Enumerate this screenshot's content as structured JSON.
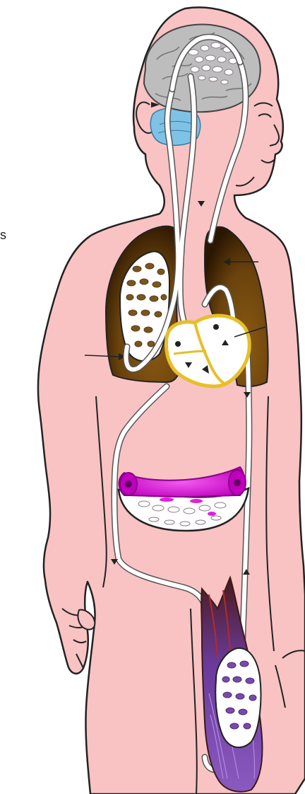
{
  "edge_text": "s",
  "colors": {
    "skin": "#f9c3c3",
    "outline": "#222222",
    "brain": "#bdbdbd",
    "cerebellum": "#7ec3e6",
    "lung_dark": "#3b2206",
    "lung_mid": "#7a4e10",
    "heart": "#e6bf2a",
    "intestine": "#e21ee0",
    "muscle": "#7a4aa8",
    "muscle_red": "#b42a2a",
    "vessel": "#ffffff",
    "capillary": "#8a7a8a"
  },
  "organs": [
    "brain",
    "cerebellum",
    "lungs",
    "heart",
    "intestine",
    "leg-muscle"
  ],
  "icons": [
    "circulation-arrow"
  ]
}
